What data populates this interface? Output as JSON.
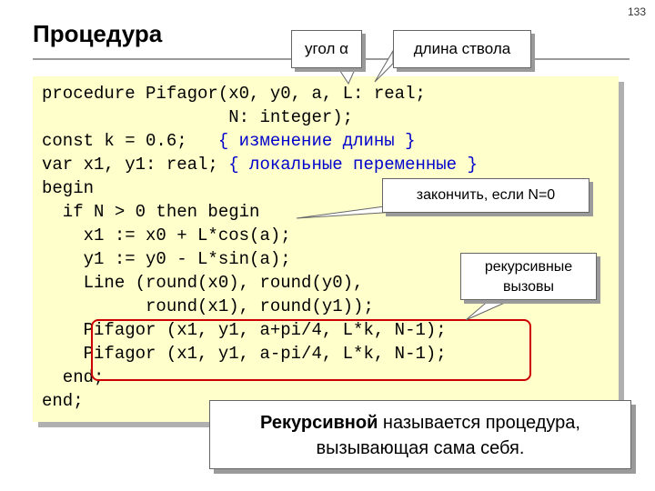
{
  "slide_number": "133",
  "title": "Процедура",
  "callouts": {
    "angle": "угол α",
    "length": "длина ствола",
    "stop": "закончить, если N=0",
    "recursive_line1": "рекурсивные",
    "recursive_line2": "вызовы"
  },
  "code": {
    "line1": "procedure Pifagor(x0, y0, a, L: real;",
    "line2": "                  N: integer);",
    "line3_code": "const k = 0.6;   ",
    "line3_comment": "{ изменение длины }",
    "line4_code": "var x1, y1: real; ",
    "line4_comment": "{ локальные переменные }",
    "line5": "begin",
    "line6": "  if N > 0 then begin",
    "line7": "    x1 := x0 + L*cos(a);",
    "line8": "    y1 := y0 - L*sin(a);",
    "line9": "    Line (round(x0), round(y0),",
    "line10": "          round(x1), round(y1));",
    "line11": "    Pifagor (x1, y1, a+pi/4, L*k, N-1);",
    "line12": "    Pifagor (x1, y1, a-pi/4, L*k, N-1);",
    "line13": "  end;",
    "line14": "end;"
  },
  "definition": {
    "bold": "Рекурсивной",
    "rest_line1": " называется процедура,",
    "line2": "вызывающая сама себя."
  }
}
